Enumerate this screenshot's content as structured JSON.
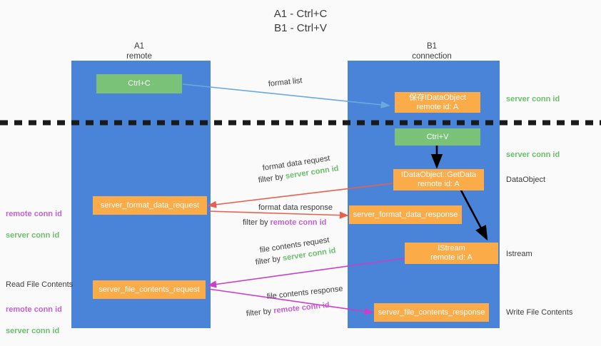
{
  "title": "A1 - Ctrl+C\nB1 - Ctrl+V",
  "colors": {
    "lane": "#4a84d8",
    "green_node": "#79c278",
    "orange_node": "#fbab48",
    "server_conn": "#6bbf6a",
    "remote_conn": "#c75fd4",
    "blue_arrow": "#6aa9e0",
    "red_arrow": "#e8604c",
    "magenta_arrow": "#c93fc9",
    "black_arrow": "#000000",
    "background": "#fafafa"
  },
  "columns": [
    {
      "name": "A1",
      "sub": "remote",
      "header": "A1\nremote"
    },
    {
      "name": "B1",
      "sub": "connection",
      "header": "B1\nconnection"
    }
  ],
  "nodes": {
    "ctrl_c": "Ctrl+C",
    "ctrl_v": "Ctrl+V",
    "save_idataobject": "保存IDataObject\nremote id: A",
    "idataobject_getdata": "IDataObject::GetData\nremote id: A",
    "istream": "IStream\nremote id: A",
    "server_format_data_request": "server_format_data_request",
    "server_format_data_response": "server_format_data_response",
    "server_file_contents_request": "server_file_contents_request",
    "server_file_contents_response": "server_file_contents_response"
  },
  "edges": {
    "format_list": "format list",
    "format_data_request": "format data request",
    "format_data_request_filter_prefix": "filter by ",
    "format_data_request_filter_token": "server conn id",
    "format_data_response": "format data response",
    "format_data_response_filter_prefix": "filter by ",
    "format_data_response_filter_token": "remote conn id",
    "file_contents_request": "file contents request",
    "file_contents_request_filter_prefix": "filter by ",
    "file_contents_request_filter_token": "server conn id",
    "file_contents_response": "file contents response",
    "file_contents_response_filter_prefix": "filter by ",
    "file_contents_response_filter_token": "remote conn id"
  },
  "right_labels": {
    "server_conn_id_top": "server conn id",
    "server_conn_id_mid": "server conn id",
    "dataobject": "DataObject",
    "istream": "Istream",
    "write_file_contents": "Write File Contents"
  },
  "left_labels": {
    "conn_pair_top": {
      "remote": "remote conn id",
      "server": "server conn id"
    },
    "read_file_contents": "Read File Contents",
    "conn_pair_bottom": {
      "remote": "remote conn id",
      "server": "server conn id"
    }
  }
}
